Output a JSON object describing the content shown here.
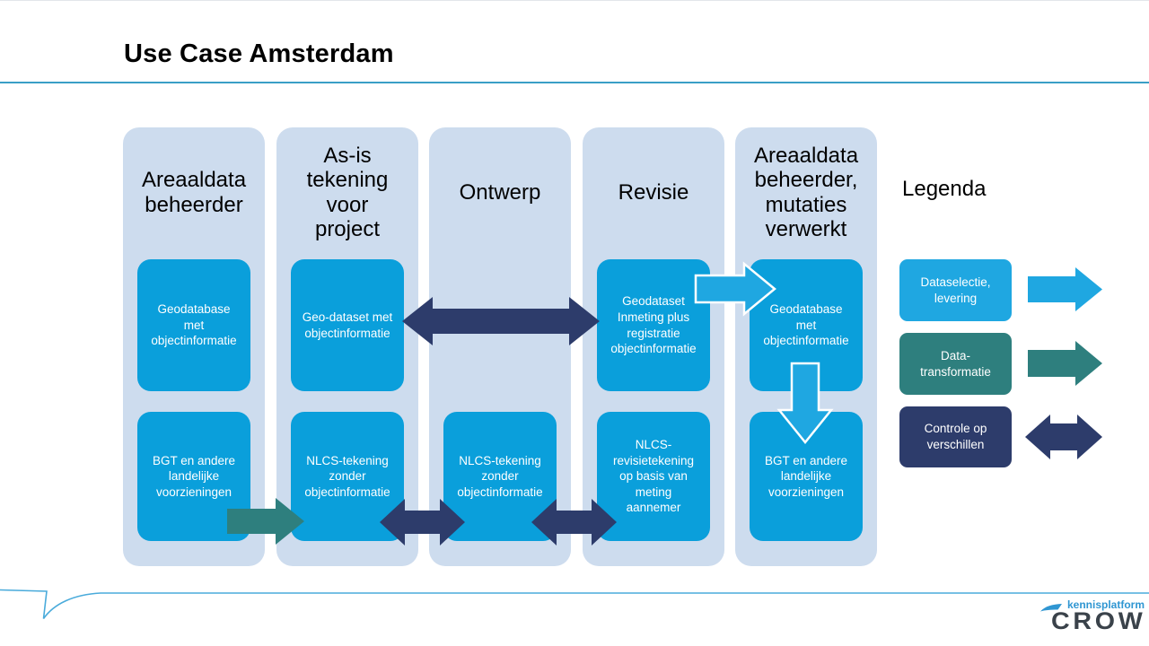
{
  "slide": {
    "title": "Use Case Amsterdam"
  },
  "colors": {
    "column_bg": "#cddcee",
    "box_cyan": "#0a9fdb",
    "arrow_cyan": "#1fa7e1",
    "teal": "#2e7f7e",
    "navy": "#2d3c6b",
    "rule_teal": "#3a9fc6",
    "line_blue": "#4aabdb",
    "logo_blue": "#2f96d2",
    "logo_dark": "#3a424a"
  },
  "columns": [
    {
      "title": "Areaaldata\nbeheerder",
      "top_box": "Geodatabase\nmet\nobjectinformatie",
      "bottom_box": "BGT en andere\nlandelijke\nvoorzieningen"
    },
    {
      "title": "As-is\ntekening\nvoor\nproject",
      "top_box": "Geo-dataset met\nobjectinformatie",
      "bottom_box": "NLCS-tekening\nzonder\nobjectinformatie"
    },
    {
      "title": "Ontwerp",
      "bottom_box": "NLCS-tekening\nzonder\nobjectinformatie"
    },
    {
      "title": "Revisie",
      "top_box": "Geodataset\nInmeting plus\nregistratie\nobjectinformatie",
      "bottom_box": "NLCS-\nrevisietekening\nop basis van\nmeting\naannemer"
    },
    {
      "title": "Areaaldata\nbeheerder,\nmutaties\nverwerkt",
      "top_box": "Geodatabase\nmet\nobjectinformatie",
      "bottom_box": "BGT en andere\nlandelijke\nvoorzieningen"
    }
  ],
  "legend": {
    "title": "Legenda",
    "items": [
      {
        "label": "Dataselectie,\nlevering",
        "color": "#1fa7e1",
        "arrow": "right"
      },
      {
        "label": "Data-\ntransformatie",
        "color": "#2e7f7e",
        "arrow": "right"
      },
      {
        "label": "Controle op\nverschillen",
        "color": "#2d3c6b",
        "arrow": "double"
      }
    ]
  },
  "logo": {
    "kennisplatform": "kennisplatform",
    "crow": "CROW"
  }
}
